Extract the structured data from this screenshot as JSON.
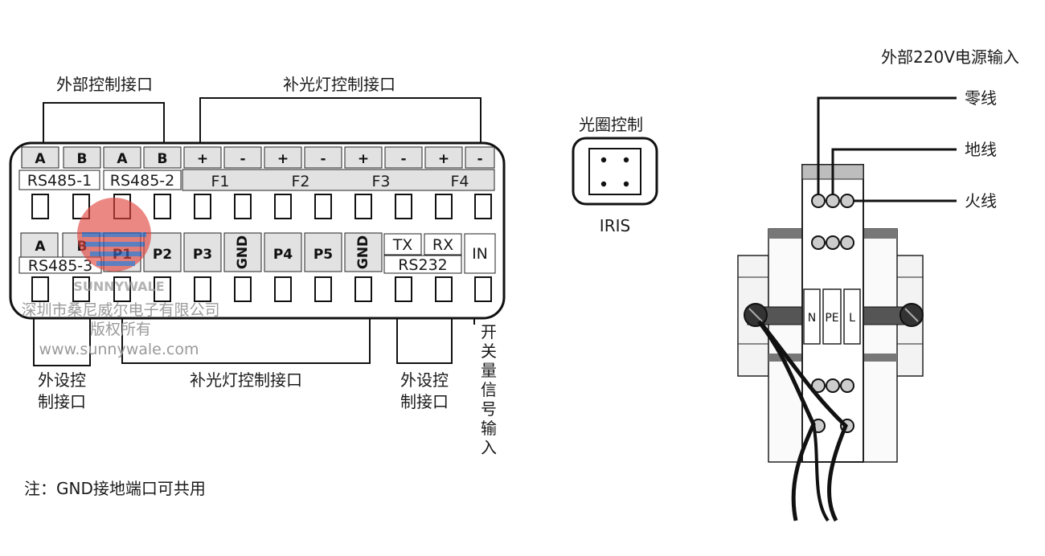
{
  "left_connector": {
    "top_group_labels": {
      "external_control": "外部控制接口",
      "fill_light_control": "补光灯控制接口"
    },
    "row1_pins": [
      "A",
      "B",
      "A",
      "B",
      "+",
      "-",
      "+",
      "-",
      "+",
      "-",
      "+",
      "-"
    ],
    "row1_sub_labels": {
      "rs485_1": "RS485-1",
      "rs485_2": "RS485-2",
      "f1": "F1",
      "f2": "F2",
      "f3": "F3",
      "f4": "F4"
    },
    "row2_pins": {
      "a": "A",
      "b": "B",
      "p1": "P1",
      "p2": "P2",
      "p3": "P3",
      "gnd1": "GND",
      "p4": "P4",
      "p5": "P5",
      "gnd2": "GND",
      "tx": "TX",
      "rx": "RX",
      "in": "IN"
    },
    "row2_sub_labels": {
      "rs485_3": "RS485-3",
      "rs232": "RS232"
    },
    "bottom_group_labels": {
      "peripheral_control_left_1": "外设控",
      "peripheral_control_left_2": "制接口",
      "fill_light_control_bottom": "补光灯控制接口",
      "peripheral_control_right_1": "外设控",
      "peripheral_control_right_2": "制接口",
      "switch_signal_input": [
        "开",
        "关",
        "量",
        "信",
        "号",
        "输",
        "入"
      ]
    },
    "note": "注：GND接地端口可共用"
  },
  "iris": {
    "title": "光圈控制",
    "label": "IRIS"
  },
  "power": {
    "title": "外部220V电源输入",
    "wire_labels": {
      "neutral": "零线",
      "ground": "地线",
      "live": "火线"
    },
    "terminal_labels": {
      "n": "N",
      "pe": "PE",
      "l": "L"
    }
  },
  "watermark": {
    "brand": "SUNNYWALE",
    "company": "深圳市桑尼威尔电子有限公司",
    "rights": "版权所有",
    "url": "www.sunnywale.com"
  }
}
